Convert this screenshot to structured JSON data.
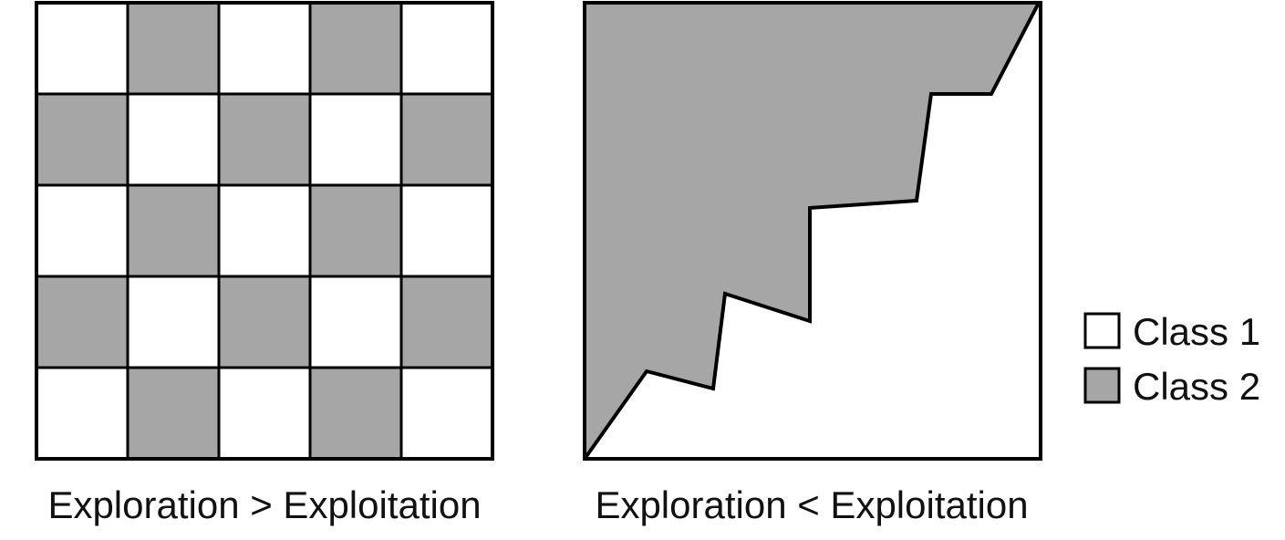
{
  "panels": [
    {
      "caption": "Exploration > Exploitation",
      "pattern": "checkerboard",
      "grid_rows": 5,
      "grid_cols": 5,
      "cells": [
        [
          1,
          2,
          1,
          2,
          1
        ],
        [
          2,
          1,
          2,
          1,
          2
        ],
        [
          1,
          2,
          1,
          2,
          1
        ],
        [
          2,
          1,
          2,
          1,
          2
        ],
        [
          1,
          2,
          1,
          2,
          1
        ]
      ]
    },
    {
      "caption": "Exploration < Exploitation",
      "pattern": "staircase-boundary",
      "upper_region_class": 2,
      "lower_region_class": 1
    }
  ],
  "legend": {
    "items": [
      {
        "label": "Class 1",
        "color": "#ffffff"
      },
      {
        "label": "Class 2",
        "color": "#a6a6a6"
      }
    ]
  },
  "colors": {
    "class1": "#ffffff",
    "class2": "#a6a6a6",
    "stroke": "#000000"
  }
}
